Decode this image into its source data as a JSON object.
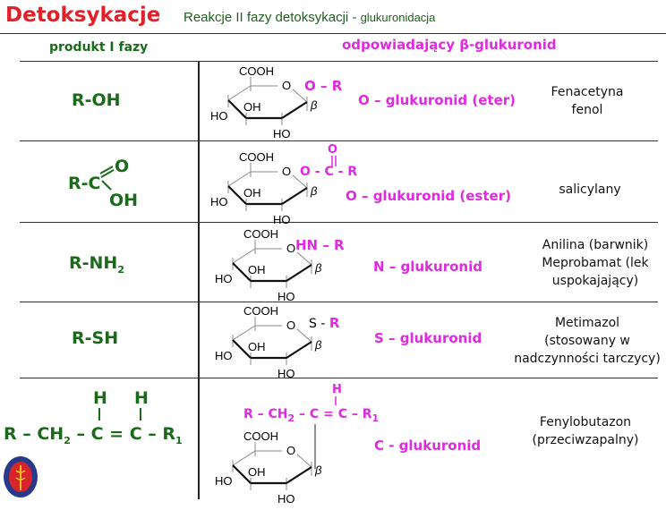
{
  "header": {
    "title": "Detoksykacje",
    "subtitle": "Reakcje II fazy detoksykacji - ",
    "subtitle_small": "glukuronidacja"
  },
  "columns": {
    "left": "produkt I fazy",
    "right": "odpowiadający β-glukuronid"
  },
  "ring": {
    "cooh": "COOH",
    "o": "O",
    "oh": "OH",
    "ho": "HO",
    "beta": "β"
  },
  "rows": [
    {
      "substrate": "R-OH",
      "link": "O – R",
      "product": "O – glukuronid (eter)",
      "examples": [
        "Fenacetyna",
        "fenol"
      ]
    },
    {
      "substrate_r": "R-C",
      "substrate_o": "O",
      "substrate_oh": "OH",
      "link_o": "O",
      "link": "O - C - R",
      "product": "O – glukuronid (ester)",
      "examples": [
        "salicylany"
      ]
    },
    {
      "substrate": "R-NH",
      "substrate_sub": "2",
      "link": "HN – R",
      "product": "N – glukuronid",
      "examples": [
        "Anilina (barwnik)",
        "Meprobamat (lek",
        "uspokajający)"
      ]
    },
    {
      "substrate": "R-SH",
      "link_s": "S -",
      "link_r": "R",
      "product": "S – glukuronid",
      "examples": [
        "Metimazol",
        "(stosowany w",
        "nadczynności tarczycy)"
      ]
    },
    {
      "substrate_h": "H",
      "substrate_a": "R – CH",
      "substrate_sub": "2",
      "substrate_b": " – C = C – R",
      "substrate_sub1": "1",
      "link_h": "H",
      "link_a": "R – CH",
      "link_sub": "2",
      "link_b": " – C = C – R",
      "link_sub1": "1",
      "product": "C - glukuronid",
      "examples": [
        "Fenylobutazon",
        "(przeciwzapalny)"
      ]
    }
  ],
  "colors": {
    "title": "#e3202a",
    "green": "#1b6a1b",
    "pink": "#e029e0"
  }
}
